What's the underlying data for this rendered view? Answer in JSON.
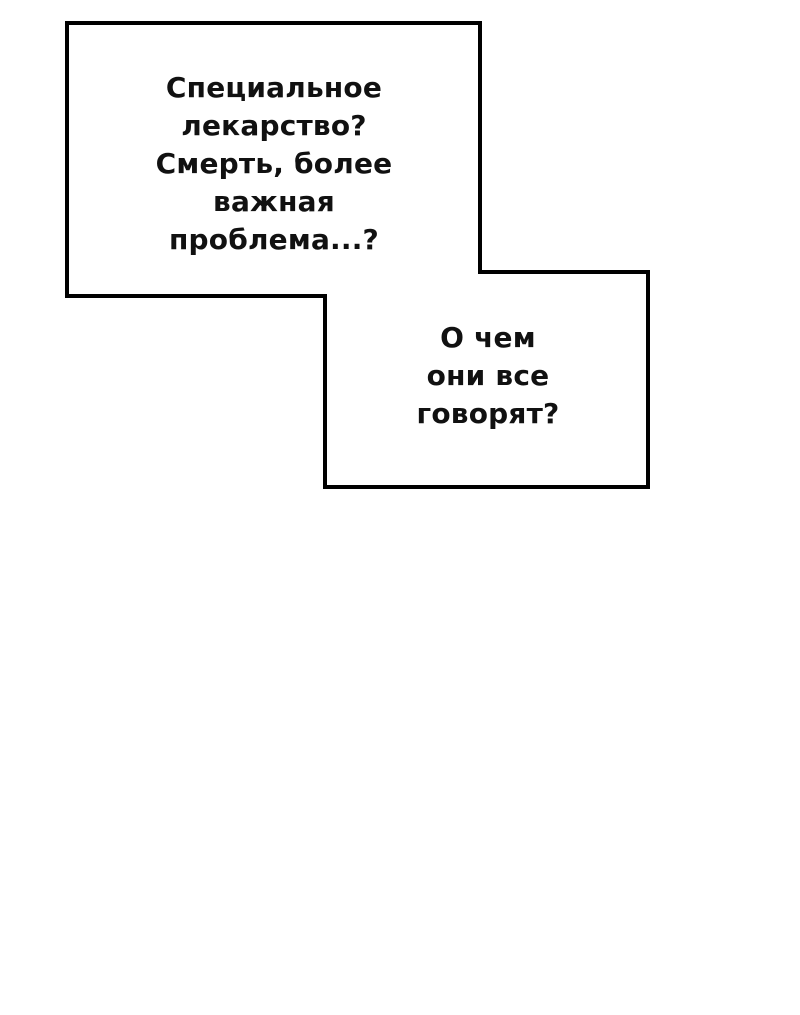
{
  "panel": {
    "border_color": "#000000",
    "background_color": "#ffffff"
  },
  "caption_1": {
    "lines": [
      "Специальное",
      "лекарство?",
      "Смерть, более",
      "важная",
      "проблема...?"
    ]
  },
  "caption_2": {
    "lines": [
      "О чем",
      "они все",
      "говорят?"
    ]
  }
}
